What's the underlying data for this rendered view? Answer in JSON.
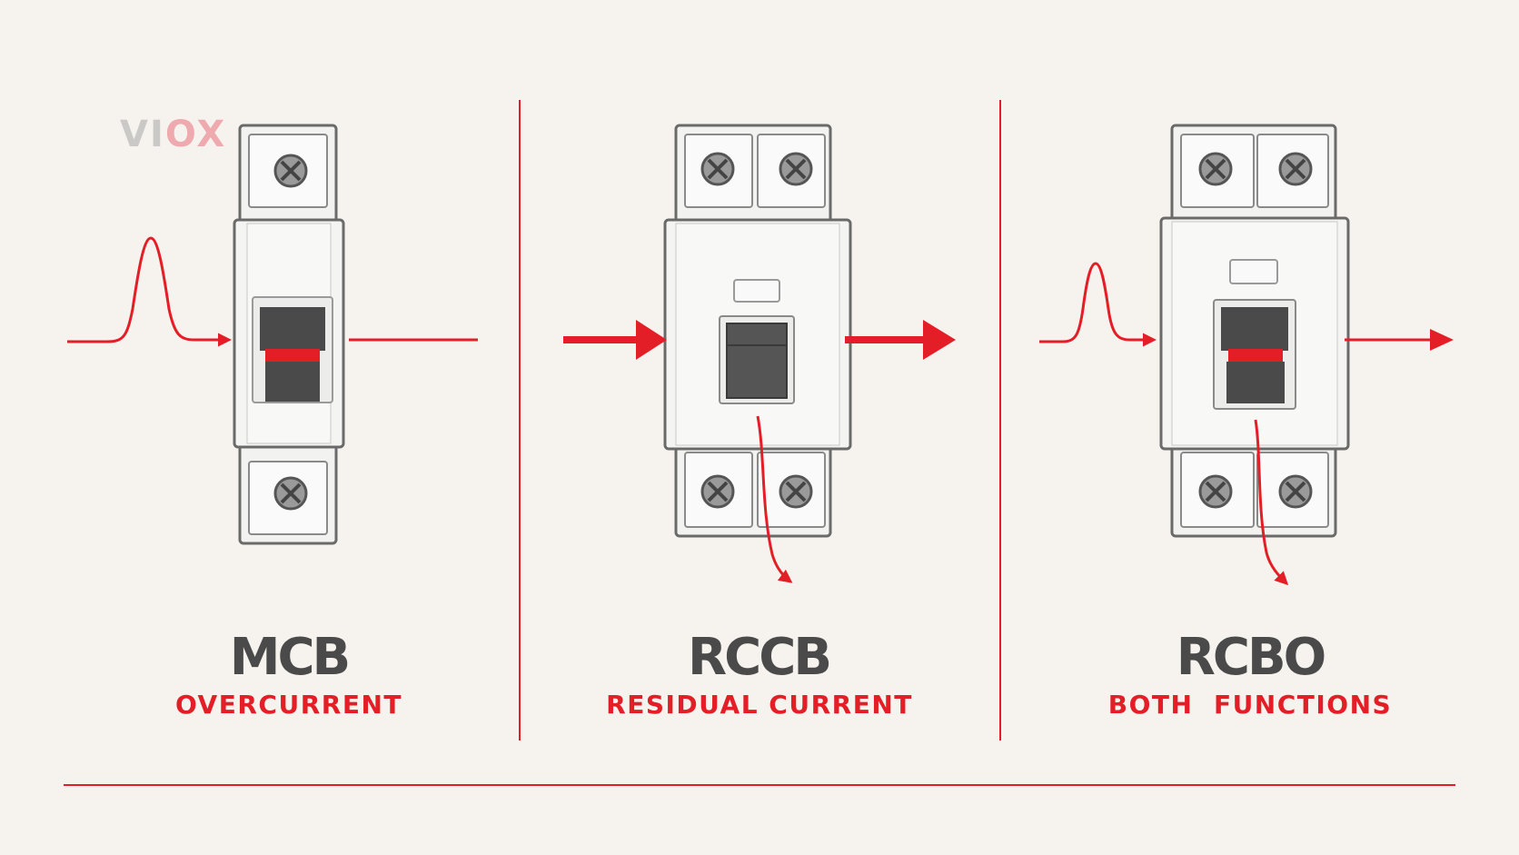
{
  "logo": {
    "text_a": "VI",
    "text_b": "OX"
  },
  "panels": [
    {
      "name": "MCB",
      "function": "OVERCURRENT"
    },
    {
      "name": "RCCB",
      "function": "RESIDUAL CURRENT"
    },
    {
      "name": "RCBO",
      "function": "BOTH  FUNCTIONS"
    }
  ],
  "colors": {
    "background": "#f6f3ee",
    "accent_red": "#e41e26",
    "label_gray": "#4a4a4a",
    "body_white": "#f2f2f0",
    "outline_gray": "#6a6a6a",
    "toggle_dark": "#4a4a4a"
  }
}
